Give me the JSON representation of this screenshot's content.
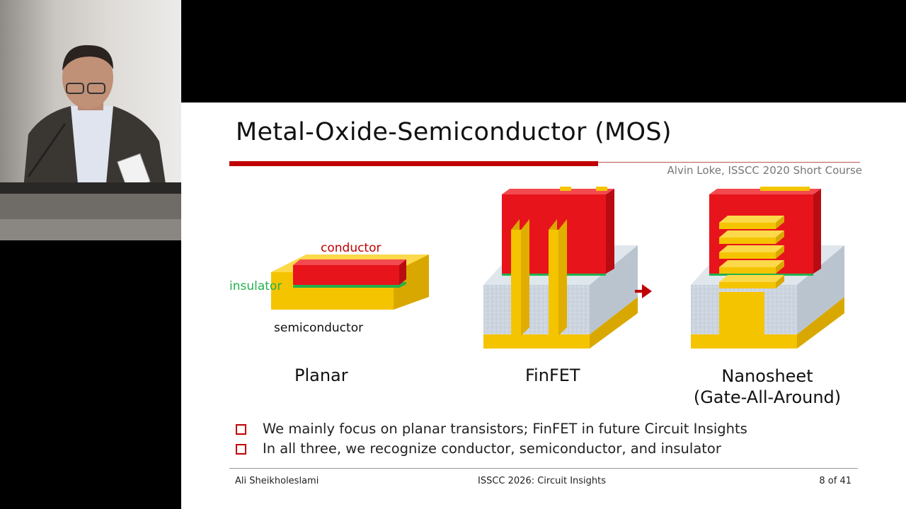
{
  "slide": {
    "title": "Metal-Oxide-Semiconductor (MOS)",
    "credit": "Alvin Loke, ISSCC 2020 Short Course",
    "labels": {
      "conductor": "conductor",
      "insulator": "insulator",
      "semiconductor": "semiconductor"
    },
    "captions": {
      "planar": "Planar",
      "finfet": "FinFET",
      "nanosheet_line1": "Nanosheet",
      "nanosheet_line2": "(Gate-All-Around)"
    },
    "bullets": [
      "We mainly focus on planar transistors; FinFET in future Circuit Insights",
      "In all three, we recognize conductor, semiconductor, and insulator"
    ],
    "footer": {
      "author": "Ali Sheikholeslami",
      "event": "ISSCC 2026: Circuit Insights",
      "page": "8 of 41"
    },
    "colors": {
      "accent_red": "#c00000",
      "conductor_red": "#e8141c",
      "semiconductor_yellow": "#f5c400",
      "insulator_green": "#22b14c",
      "oxide_gray": "#c9d3dd"
    }
  }
}
